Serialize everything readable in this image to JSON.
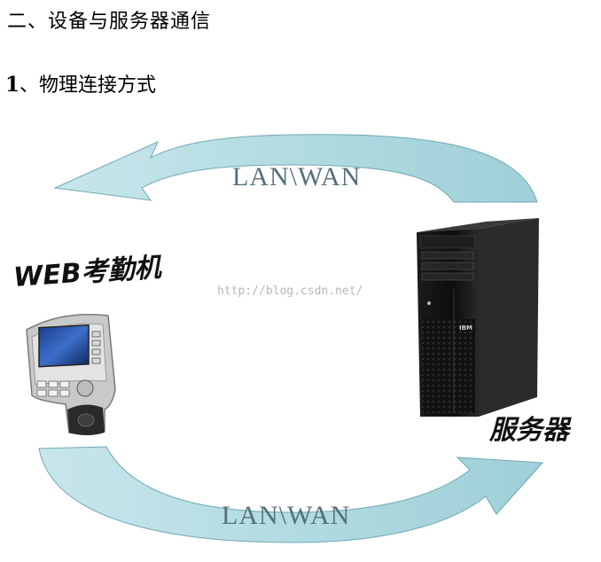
{
  "heading": {
    "section": "二、设备与服务器通信"
  },
  "subheading": {
    "number": "1",
    "text": "、物理连接方式"
  },
  "diagram": {
    "top_link_label": "LAN\\WAN",
    "bottom_link_label": "LAN\\WAN",
    "terminal_label": "WEB考勤机",
    "server_label": "服务器",
    "server_brand": "IBM",
    "watermark": "http://blog.csdn.net/",
    "colors": {
      "arrow_fill": "#b7dde4",
      "arrow_shade": "#8fc4ce",
      "label_color": "#55707c"
    }
  }
}
